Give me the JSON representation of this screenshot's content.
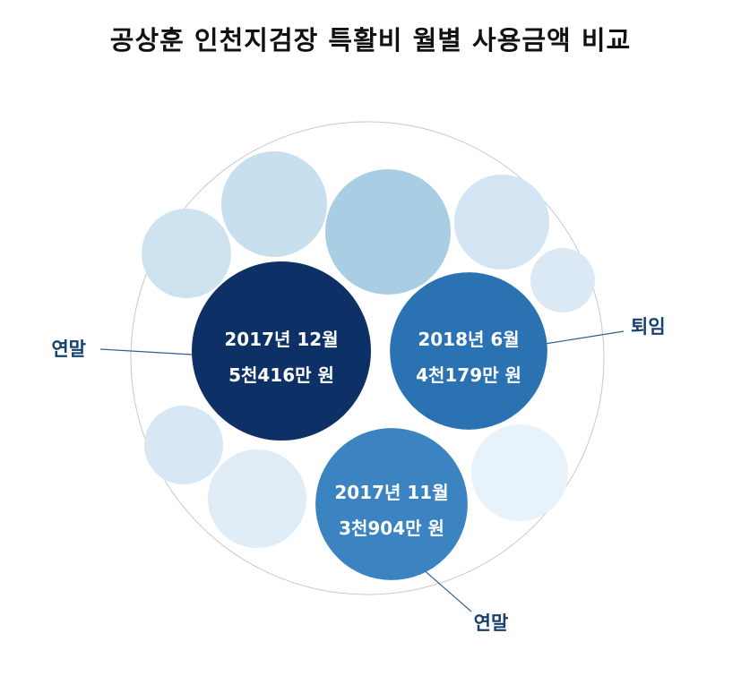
{
  "chart_data": {
    "type": "bubble",
    "title": "공상훈 인천지검장 특활비 월별 사용금액 비교",
    "highlighted": [
      {
        "date_label": "2017년 12월",
        "amount_label": "5천416만 원",
        "value": 5416,
        "unit": "만 원",
        "color": "#0d3166",
        "annotation": "연말"
      },
      {
        "date_label": "2018년 6월",
        "amount_label": "4천179만 원",
        "value": 4179,
        "unit": "만 원",
        "color": "#2b72b3",
        "annotation": "퇴임"
      },
      {
        "date_label": "2017년 11월",
        "amount_label": "3천904만 원",
        "value": 3904,
        "unit": "만 원",
        "color": "#3b84c1",
        "annotation": "연말"
      }
    ],
    "other_bubbles_colors": [
      "#a9cde3",
      "#c8dfee",
      "#cee2f0",
      "#d3e5f2",
      "#dbe9f5",
      "#d7e7f3",
      "#e0edf7",
      "#e8f2fa",
      "#eef5fb"
    ],
    "outer_circle_color": "#c8c8c8",
    "callout_line_color": "#2f5f8f"
  }
}
